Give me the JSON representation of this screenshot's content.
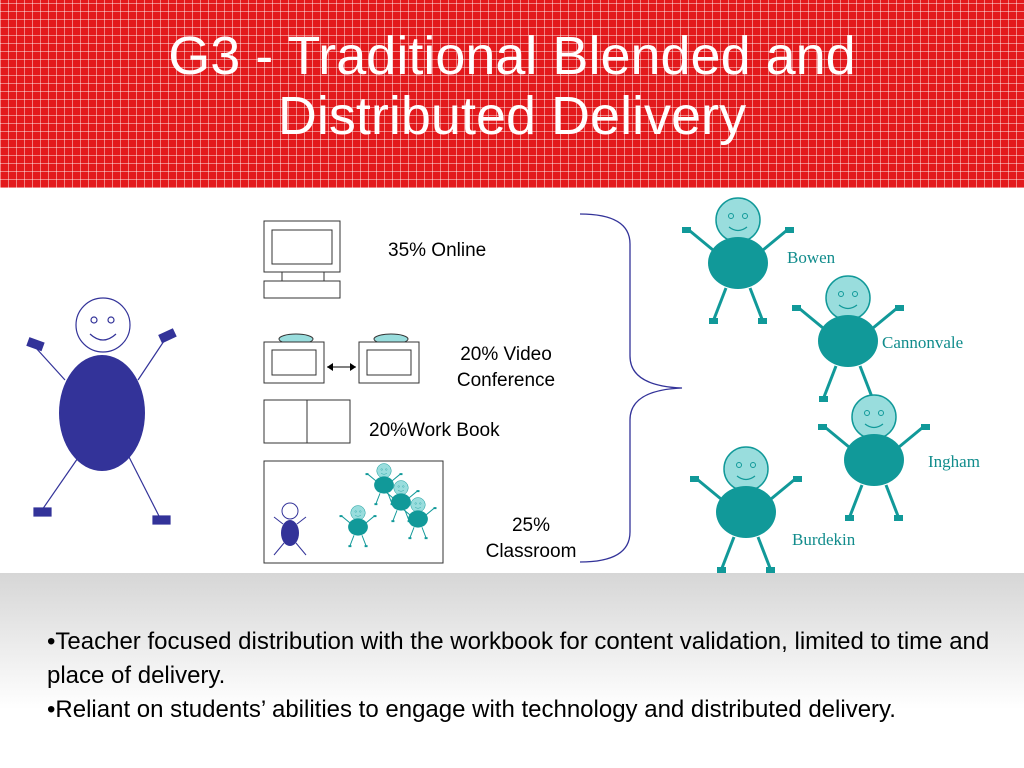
{
  "slide": {
    "title_line1": "G3 - Traditional Blended and",
    "title_line2": "Distributed Delivery"
  },
  "diagram": {
    "modes": {
      "online": "35% Online",
      "video_line1": "20% Video",
      "video_line2": "Conference",
      "workbook": "20%Work Book",
      "classroom_line1": "25%",
      "classroom_line2": "Classroom"
    },
    "locations": [
      "Bowen",
      "Cannonvale",
      "Ingham",
      "Burdekin"
    ]
  },
  "bullets": [
    "•Teacher focused distribution with the workbook for content validation, limited to time and place of delivery.",
    "•Reliant on students’ abilities to engage with technology and distributed delivery."
  ],
  "colors": {
    "header_red": "#e3191c",
    "teacher_blue": "#333399",
    "student_teal": "#119999",
    "student_head": "#99dddd",
    "location_text": "#118c8c"
  }
}
